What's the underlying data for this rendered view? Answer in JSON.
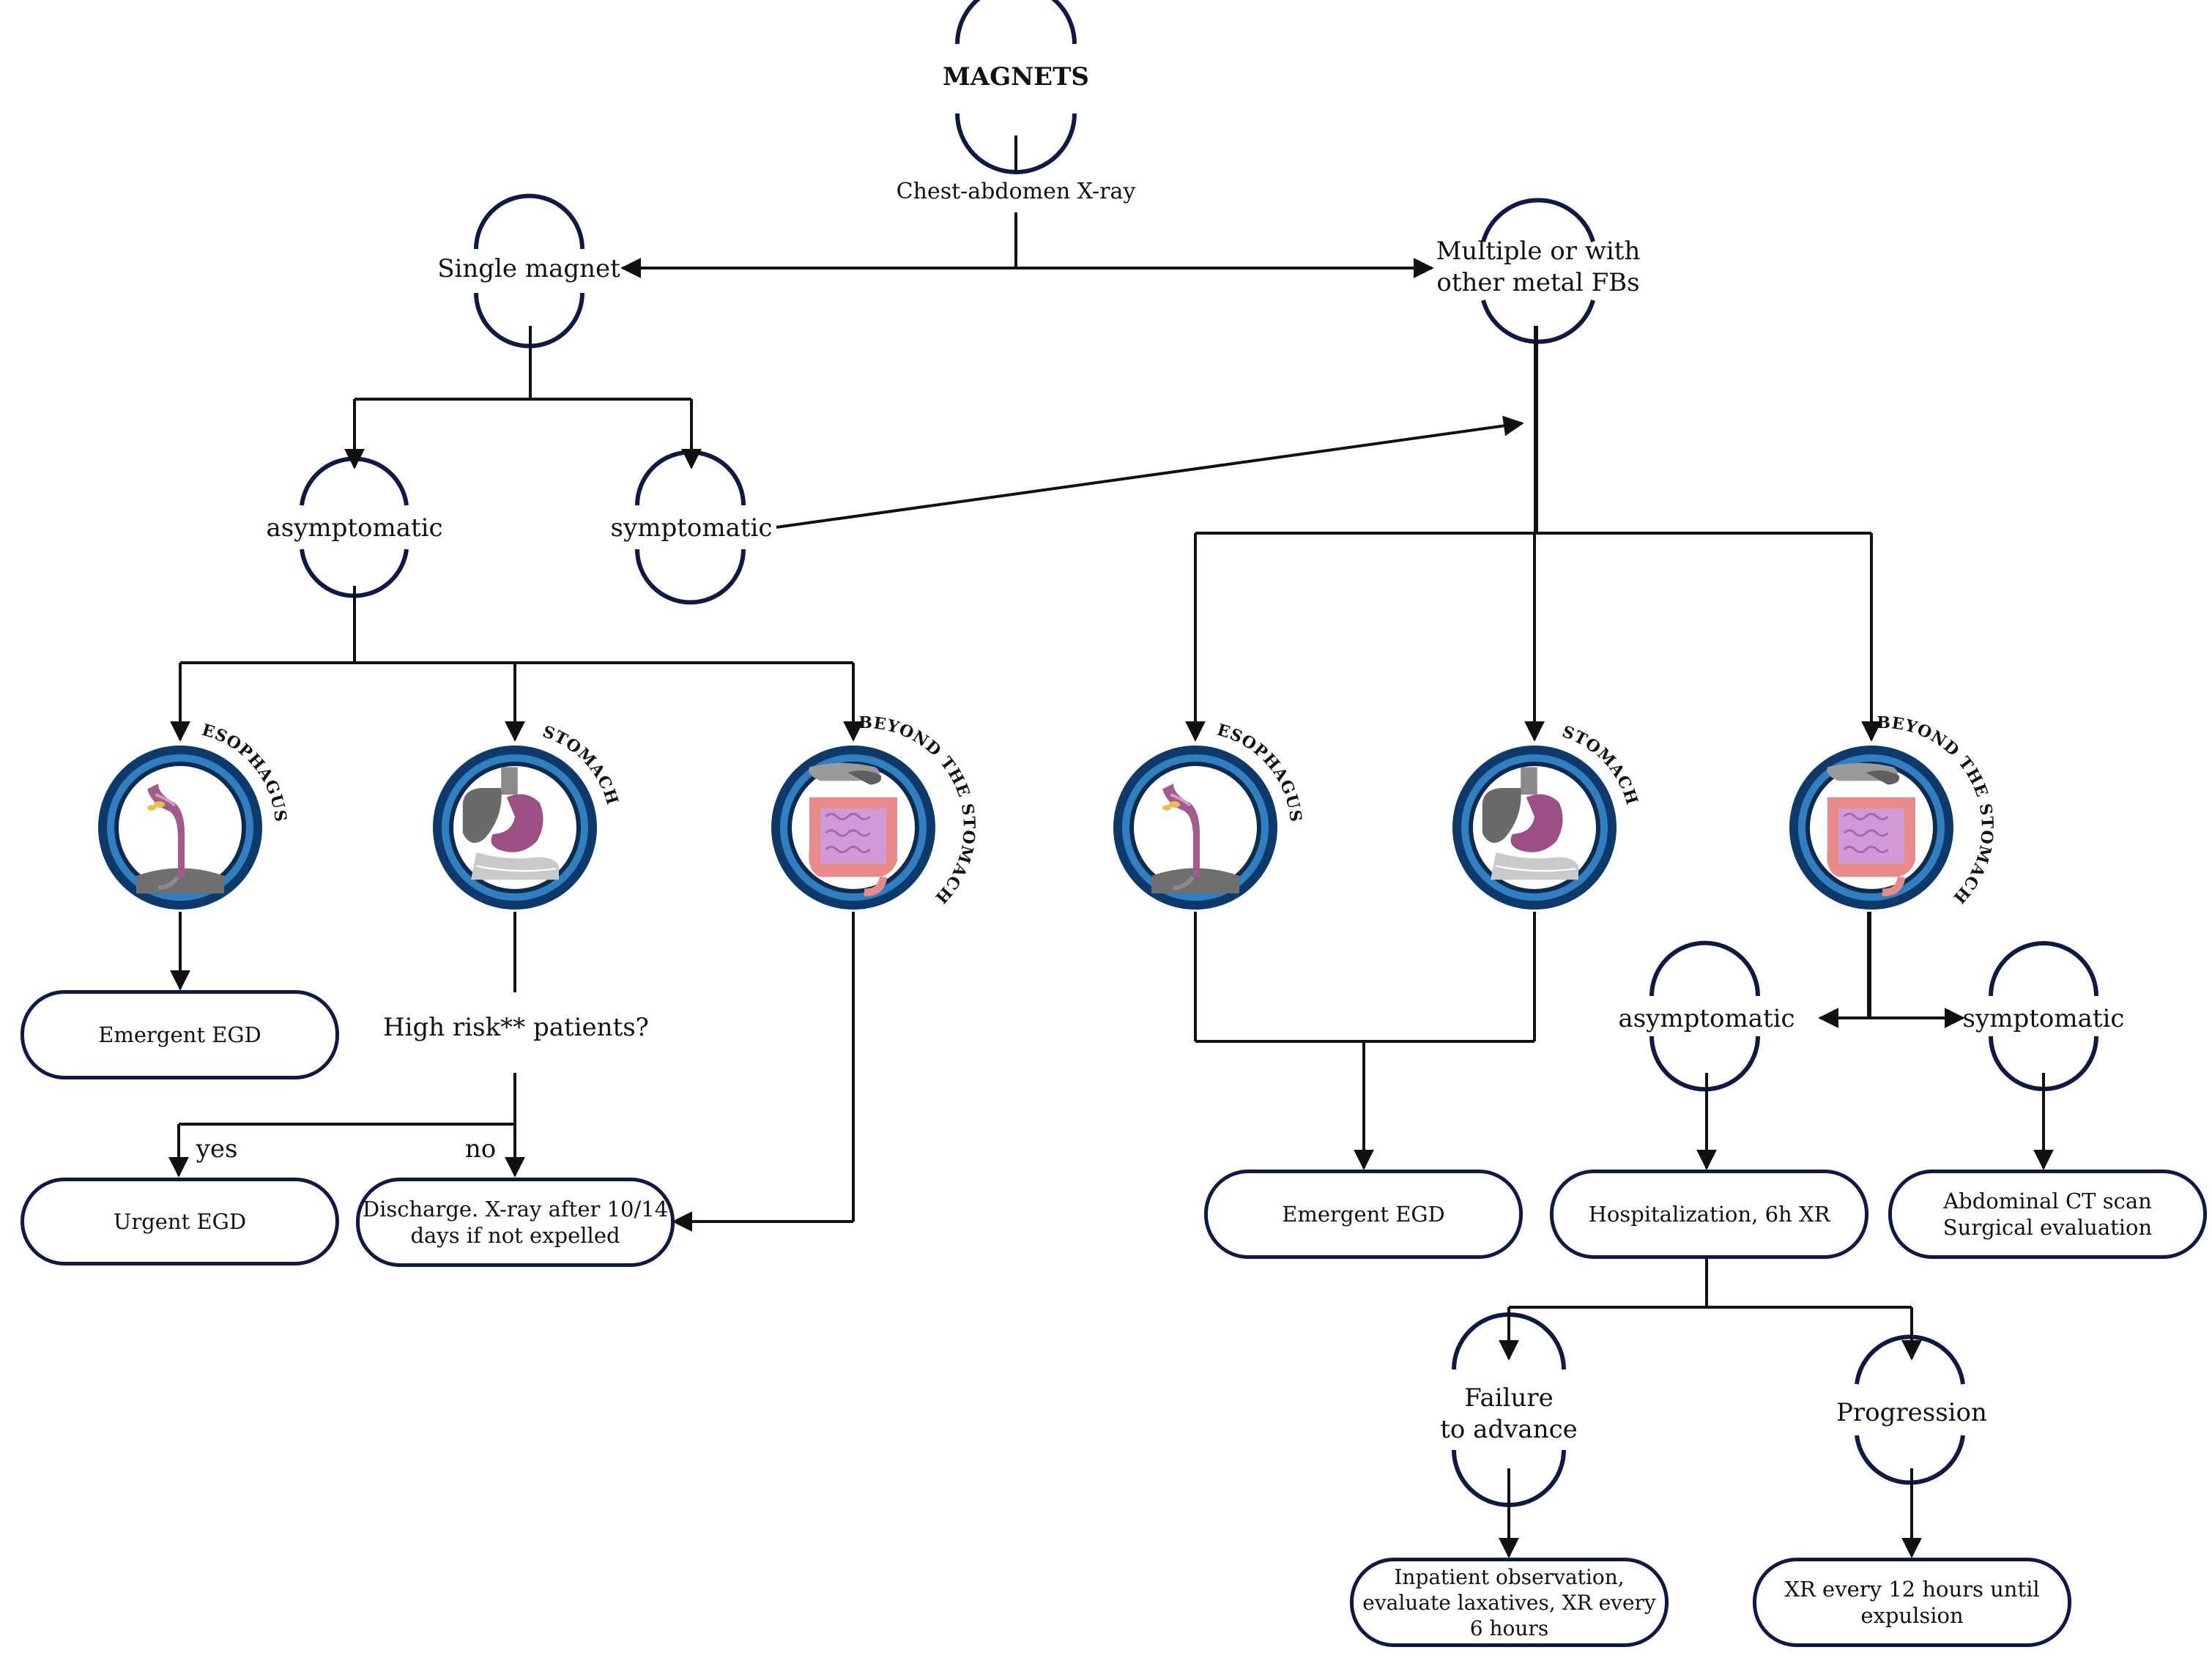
{
  "root": {
    "title": "MAGNETS",
    "edge_label": "Chest-abdomen X-ray"
  },
  "single": {
    "title": "Single magnet",
    "asym": "asymptomatic",
    "sym": "symptomatic",
    "organs": {
      "esophagus": "ESOPHAGUS",
      "stomach": "STOMACH",
      "beyond": "BEYOND THE STOMACH"
    },
    "emergent": "Emergent EGD",
    "high_risk": "High risk** patients?",
    "yes": "yes",
    "no": "no",
    "urgent": "Urgent EGD",
    "discharge_l1": "Discharge. X-ray after 10/14",
    "discharge_l2": "days if not expelled"
  },
  "multiple": {
    "title_l1": "Multiple or with",
    "title_l2": "other metal FBs",
    "organs": {
      "esophagus": "ESOPHAGUS",
      "stomach": "STOMACH",
      "beyond": "BEYOND THE STOMACH"
    },
    "emergent": "Emergent EGD",
    "asym": "asymptomatic",
    "sym": "symptomatic",
    "hosp": "Hospitalization, 6h XR",
    "ct_l1": "Abdominal CT scan",
    "ct_l2": "Surgical evaluation",
    "failure_l1": "Failure",
    "failure_l2": "to advance",
    "progression": "Progression",
    "inpatient_l1": "Inpatient observation,",
    "inpatient_l2": "evaluate laxatives, XR every",
    "inpatient_l3": "6 hours",
    "xr12_l1": "XR every 12 hours until",
    "xr12_l2": "expulsion"
  },
  "colors": {
    "navy": "#0f1a44",
    "organ_ring_dark": "#0d3a6b",
    "organ_ring_light": "#2f7fc1"
  },
  "icons": [
    "esophagus-illustration",
    "stomach-illustration",
    "intestine-illustration"
  ]
}
